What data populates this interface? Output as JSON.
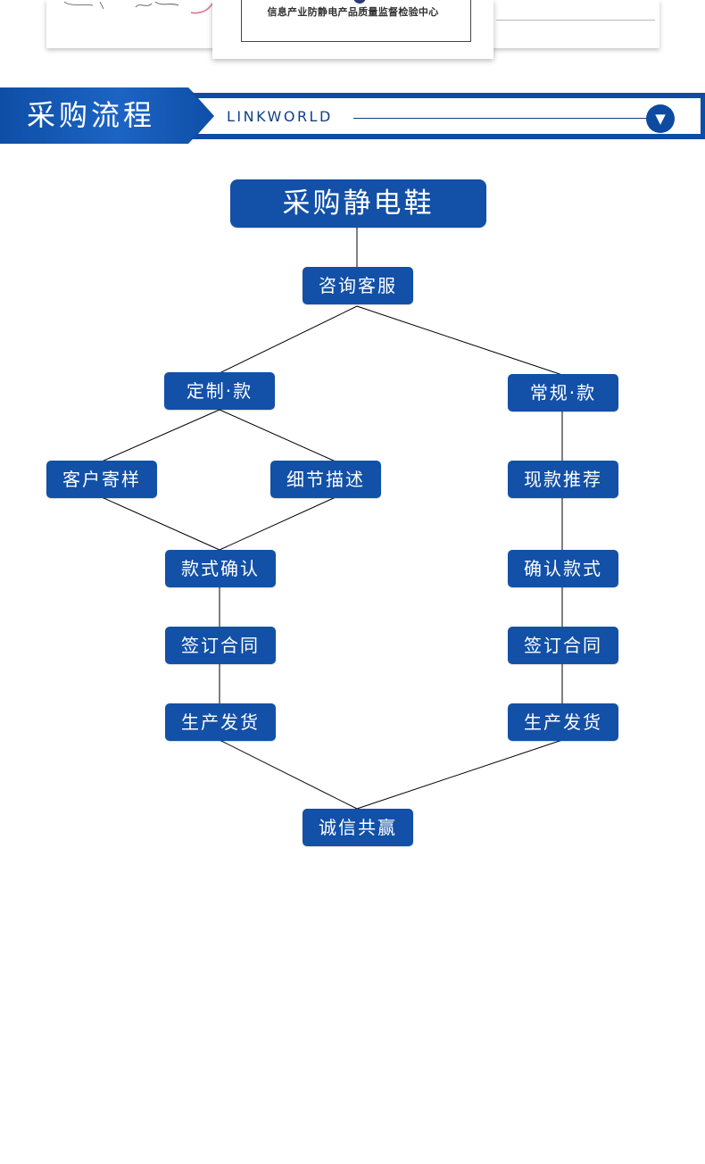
{
  "certificate": {
    "issuer": "信息产业防静电产品质量监督检验中心"
  },
  "section_header": {
    "title": "采购流程",
    "brand": "LINKWORLD",
    "arrow_icon": "chevron-down-circle-icon",
    "arrow_glyph": "▼"
  },
  "flowchart": {
    "nodes": {
      "start": "采购静电鞋",
      "consult": "咨询客服",
      "custom": "定制·款",
      "regular": "常规·款",
      "sample": "客户寄样",
      "detail": "细节描述",
      "recommend": "现款推荐",
      "confirm_left": "款式确认",
      "confirm_right": "确认款式",
      "contract_left": "签订合同",
      "contract_right": "签订合同",
      "produce_left": "生产发货",
      "produce_right": "生产发货",
      "end": "诚信共赢"
    }
  },
  "colors": {
    "brand_blue": "#1350a7",
    "header_blue": "#0d4da4",
    "line": "#000000"
  }
}
